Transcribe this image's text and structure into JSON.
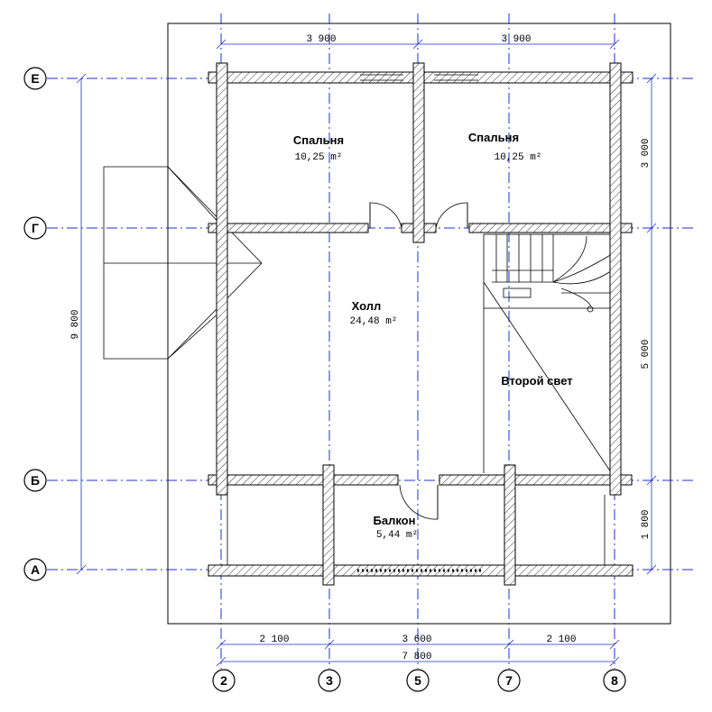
{
  "axes": {
    "horizontal": [
      {
        "label": "Е"
      },
      {
        "label": "Г"
      },
      {
        "label": "Б"
      },
      {
        "label": "А"
      }
    ],
    "vertical": [
      {
        "label": "2"
      },
      {
        "label": "3"
      },
      {
        "label": "5"
      },
      {
        "label": "7"
      },
      {
        "label": "8"
      }
    ]
  },
  "dimensions": {
    "top": [
      "3 900",
      "3 900"
    ],
    "bottom_segments": [
      "2 100",
      "3 600",
      "2 100"
    ],
    "bottom_total": "7 800",
    "left_total": "9 800",
    "right": [
      "3 000",
      "5 000",
      "1 800"
    ]
  },
  "rooms": [
    {
      "name": "Спальня",
      "area": "10,25 m²"
    },
    {
      "name": "Спальня",
      "area": "10,25 m²"
    },
    {
      "name": "Холл",
      "area": "24,48 m²"
    },
    {
      "name": "Второй свет",
      "area": ""
    },
    {
      "name": "Балкон",
      "area": "5,44 m²"
    }
  ],
  "colors": {
    "axis": "#1f2fd6",
    "wall_line": "#000000",
    "background": "#ffffff"
  }
}
